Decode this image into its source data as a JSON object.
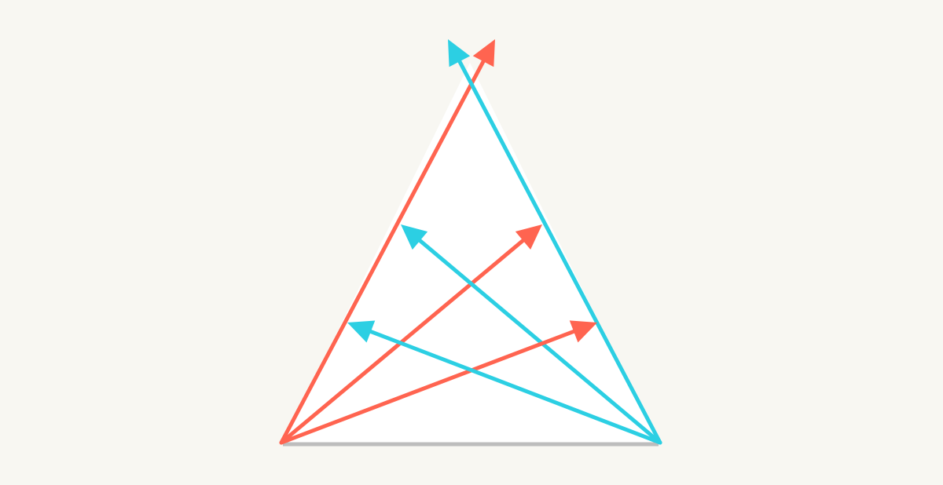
{
  "colors": {
    "background": "#f8f7f2",
    "triangle_fill": "#ffffff",
    "base_line": "#bdbdbd",
    "red": "#ff6450",
    "cyan": "#2ccfe3"
  },
  "diagram": {
    "arrows": [
      {
        "name": "red-arrow-left-to-apex",
        "color": "red"
      },
      {
        "name": "cyan-arrow-right-to-apex",
        "color": "cyan"
      },
      {
        "name": "red-arrow-left-to-right-upper",
        "color": "red"
      },
      {
        "name": "cyan-arrow-right-to-left-upper",
        "color": "cyan"
      },
      {
        "name": "red-arrow-left-to-right-lower",
        "color": "red"
      },
      {
        "name": "cyan-arrow-right-to-left-lower",
        "color": "cyan"
      }
    ]
  }
}
